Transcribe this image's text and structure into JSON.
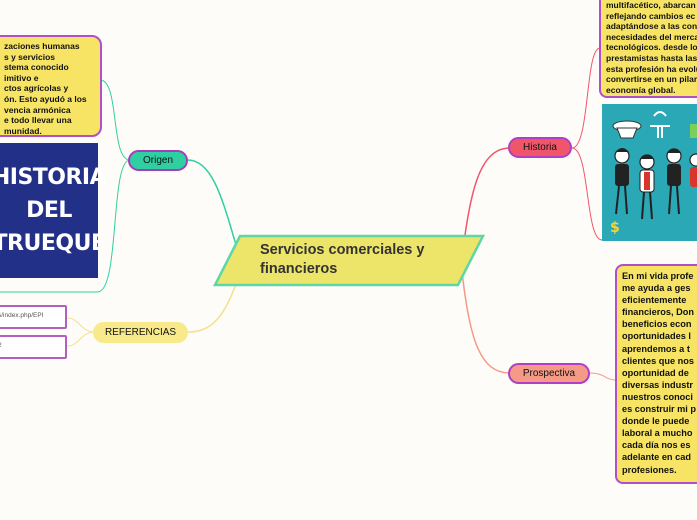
{
  "central": {
    "title": "Servicios comerciales y financieros"
  },
  "branches": {
    "origen": "Origen",
    "referencias": "REFERENCIAS",
    "historia": "Historia",
    "prospectiva": "Prospectiva"
  },
  "origen_note": "zaciones humanas\ns y servicios\nstema conocido\nimitivo e\nctos agrícolas y\nón. Esto ayudó a los\nvencia armónica\ne todo llevar una\nmunidad.",
  "origen_image": {
    "lines": [
      "HISTORIA",
      "DEL",
      "TRUEQUE"
    ]
  },
  "references": [
    {
      "text": "s/index.php/EPI"
    },
    {
      "text": "2"
    }
  ],
  "historia_note": "multifacético, abarcan\nreflejando cambios ec\nadaptándose a las con\nnecesidades del merca\ntecnológicos. desde los\nprestamistas hasta las\nesta profesión ha evolu\nconvertirse en un pilar\neconomía global.",
  "prospectiva_note": "En mi vida profe\nme ayuda a ges\neficientemente\nfinancieros, Don\nbeneficios econ\noportunidades l\naprendemos a t\nclientes que nos\noportunidad de\ndiversas industr\nnuestros conoci\nes construir mi p\ndonde le puede\nlaboral a mucho\ncada día nos es\nadelante en cad\nprofesiones.",
  "colors": {
    "central_fill": "#ede46a",
    "central_border": "#5fd6a6",
    "origen_fill": "#2fcfa2",
    "origen_border": "#a33fbb",
    "referencias_fill": "#f8ea8a",
    "historia_fill": "#f0566a",
    "historia_border": "#b13fc5",
    "prospectiva_fill": "#f49a86",
    "prospectiva_border": "#b13fc5",
    "note_yellow": "#f7e464",
    "note_border": "#b04fc7",
    "illustration_bg": "#2aa8b5",
    "trueque_bg": "#233087"
  },
  "icons": [
    "money-bag-icon",
    "people-icon",
    "dollar-sign-icon"
  ]
}
